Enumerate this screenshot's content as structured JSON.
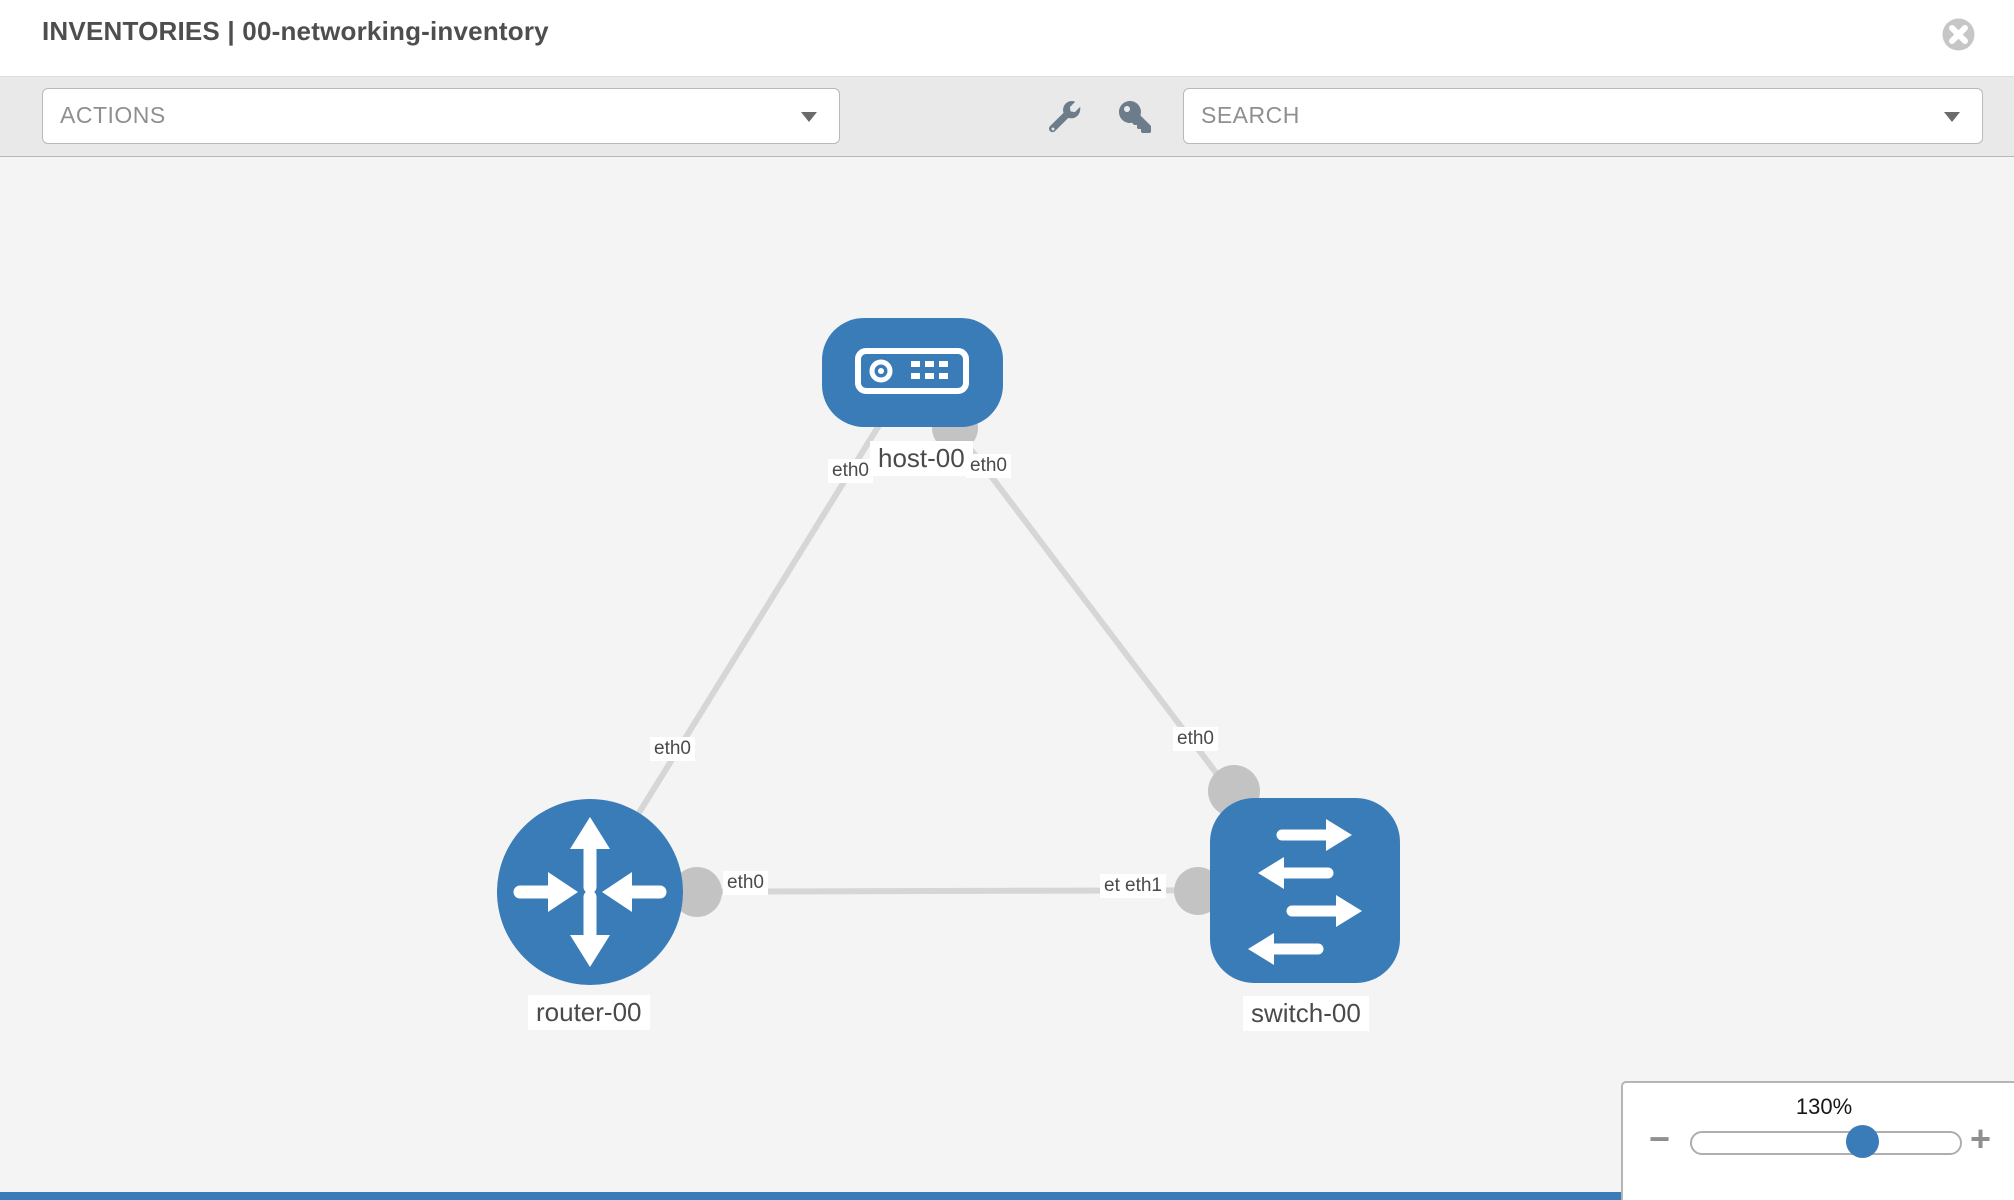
{
  "header": {
    "title": "INVENTORIES | 00-networking-inventory"
  },
  "toolbar": {
    "actions_label": "ACTIONS",
    "search_label": "SEARCH"
  },
  "topology": {
    "nodes": [
      {
        "id": "host-00",
        "label": "host-00",
        "type": "host",
        "shape": "rounded-rect"
      },
      {
        "id": "router-00",
        "label": "router-00",
        "type": "router",
        "shape": "circle"
      },
      {
        "id": "switch-00",
        "label": "switch-00",
        "type": "switch",
        "shape": "rounded-square"
      }
    ],
    "links": [
      {
        "source": "host-00",
        "source_interface": "eth0",
        "target": "router-00",
        "target_interface": "eth0"
      },
      {
        "source": "host-00",
        "source_interface": "eth0",
        "target": "switch-00",
        "target_interface": "eth0"
      },
      {
        "source": "router-00",
        "source_interface": "eth0",
        "target": "switch-00",
        "target_interface": "eth1"
      }
    ],
    "labels": {
      "host": "host-00",
      "router": "router-00",
      "switch": "switch-00",
      "if_host_left": "eth0",
      "if_host_right": "eth0",
      "if_router_uplink": "eth0",
      "if_switch_uplink": "eth0",
      "if_router_lan": "eth0",
      "if_switch_lan_back": "eth0",
      "if_switch_lan_front": "eth1"
    }
  },
  "zoom_control": {
    "level": "130%",
    "minus_label": "−",
    "plus_label": "+"
  },
  "colors": {
    "node_blue": "#3a7cb8",
    "link_gray": "#d6d6d6",
    "endpoint_gray": "#c3c3c3",
    "canvas_bg": "#f4f4f4",
    "toolbar_bg": "#e9e9e9"
  }
}
